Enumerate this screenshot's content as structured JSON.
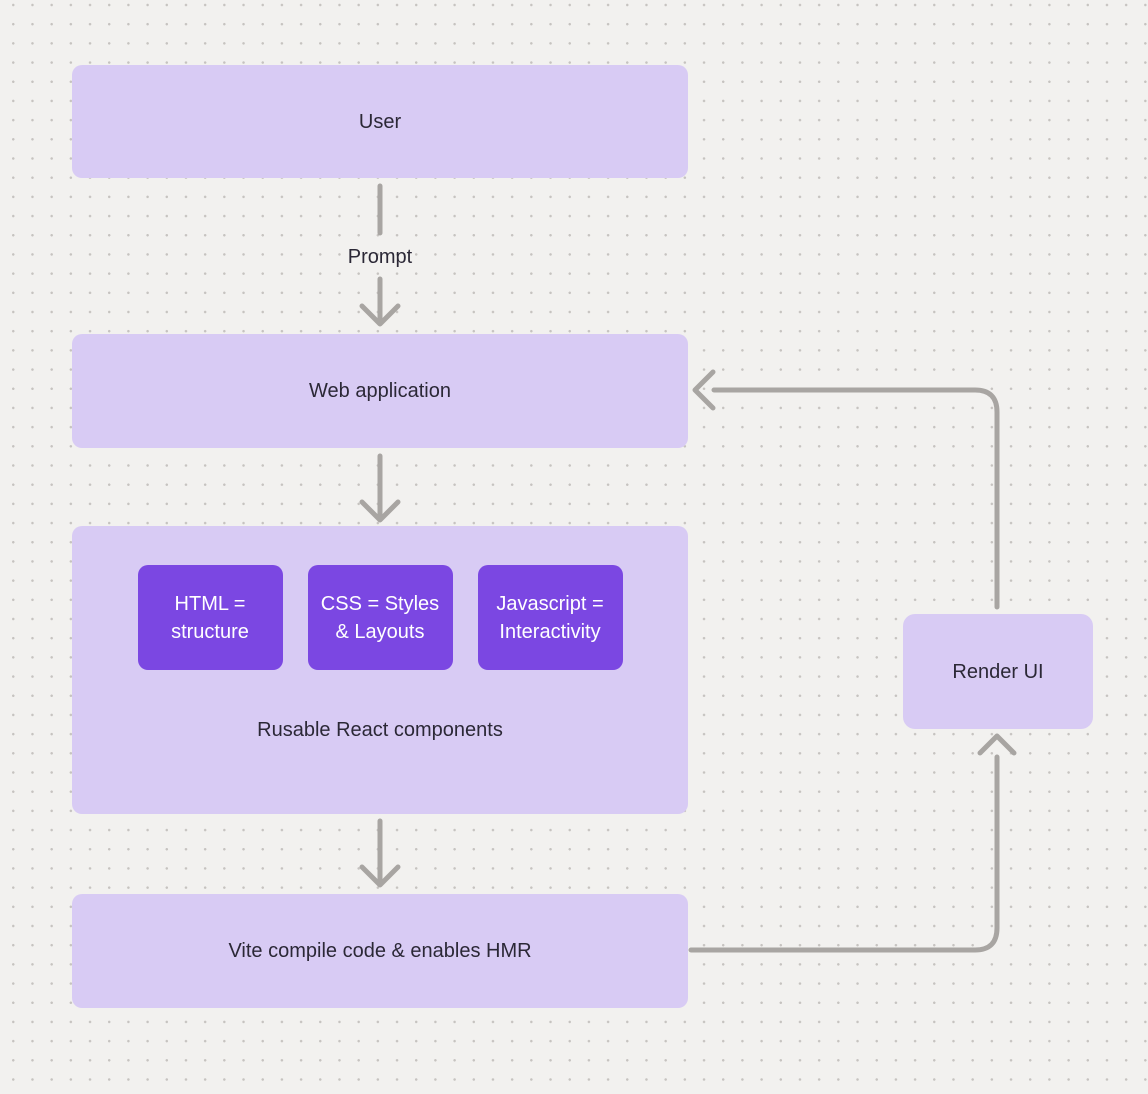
{
  "diagram": {
    "colors": {
      "background": "#f2f1ef",
      "dot": "#c6c3c0",
      "node_fill": "#d8cbf4",
      "accent_fill": "#7b47e2",
      "arrow": "#a8a5a2",
      "text_dark": "#2b2836",
      "text_light": "#ffffff"
    },
    "nodes": {
      "user": {
        "label": "User"
      },
      "web_application": {
        "label": "Web application"
      },
      "components_group": {
        "label": "Rusable React components"
      },
      "html": {
        "label": "HTML = structure"
      },
      "css": {
        "label": "CSS = Styles & Layouts"
      },
      "javascript": {
        "label": "Javascript = Interactivity"
      },
      "vite": {
        "label": "Vite compile code & enables HMR"
      },
      "render_ui": {
        "label": "Render UI"
      }
    },
    "edges": {
      "prompt": {
        "label": "Prompt"
      }
    }
  }
}
